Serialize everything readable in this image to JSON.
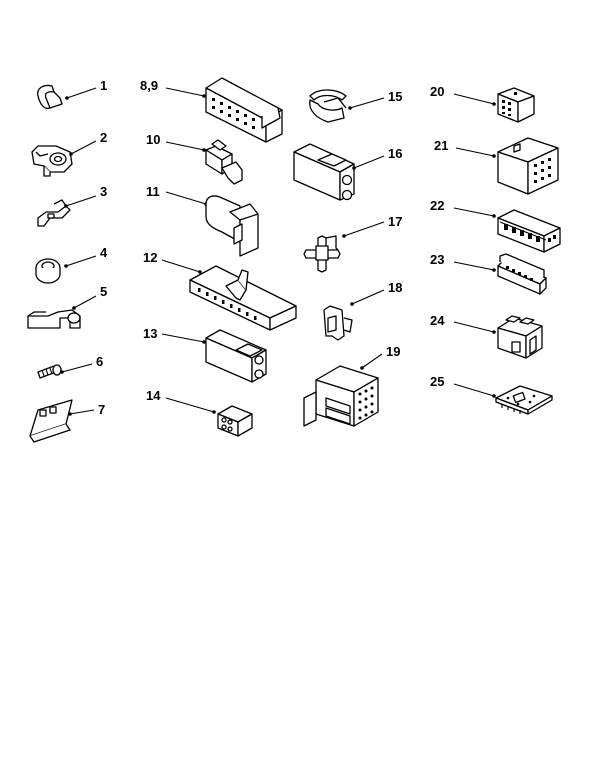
{
  "parts": [
    {
      "id": "p1",
      "label": "1",
      "icon": "clip-icon"
    },
    {
      "id": "p2",
      "label": "2",
      "icon": "clamp-icon"
    },
    {
      "id": "p3",
      "label": "3",
      "icon": "bracket-clip-icon"
    },
    {
      "id": "p4",
      "label": "4",
      "icon": "grommet-icon"
    },
    {
      "id": "p5",
      "label": "5",
      "icon": "cable-clamp-icon"
    },
    {
      "id": "p6",
      "label": "6",
      "icon": "screw-icon"
    },
    {
      "id": "p7",
      "label": "7",
      "icon": "strip-icon"
    },
    {
      "id": "p89",
      "label": "8,9",
      "icon": "multi-pin-housing-icon"
    },
    {
      "id": "p10",
      "label": "10",
      "icon": "small-connector-icon"
    },
    {
      "id": "p11",
      "label": "11",
      "icon": "plug-connector-icon"
    },
    {
      "id": "p12",
      "label": "12",
      "icon": "terminal-strip-icon"
    },
    {
      "id": "p13",
      "label": "13",
      "icon": "two-pin-housing-icon"
    },
    {
      "id": "p14",
      "label": "14",
      "icon": "four-pin-plug-icon"
    },
    {
      "id": "p15",
      "label": "15",
      "icon": "sleeve-clip-icon"
    },
    {
      "id": "p16",
      "label": "16",
      "icon": "two-pin-housing-icon"
    },
    {
      "id": "p17",
      "label": "17",
      "icon": "cross-connector-icon"
    },
    {
      "id": "p18",
      "label": "18",
      "icon": "latch-icon"
    },
    {
      "id": "p19",
      "label": "19",
      "icon": "block-connector-icon"
    },
    {
      "id": "p20",
      "label": "20",
      "icon": "small-housing-icon"
    },
    {
      "id": "p21",
      "label": "21",
      "icon": "cube-housing-icon"
    },
    {
      "id": "p22",
      "label": "22",
      "icon": "multi-row-connector-icon"
    },
    {
      "id": "p23",
      "label": "23",
      "icon": "pin-header-icon"
    },
    {
      "id": "p24",
      "label": "24",
      "icon": "stacked-housing-icon"
    },
    {
      "id": "p25",
      "label": "25",
      "icon": "circuit-board-icon"
    }
  ]
}
